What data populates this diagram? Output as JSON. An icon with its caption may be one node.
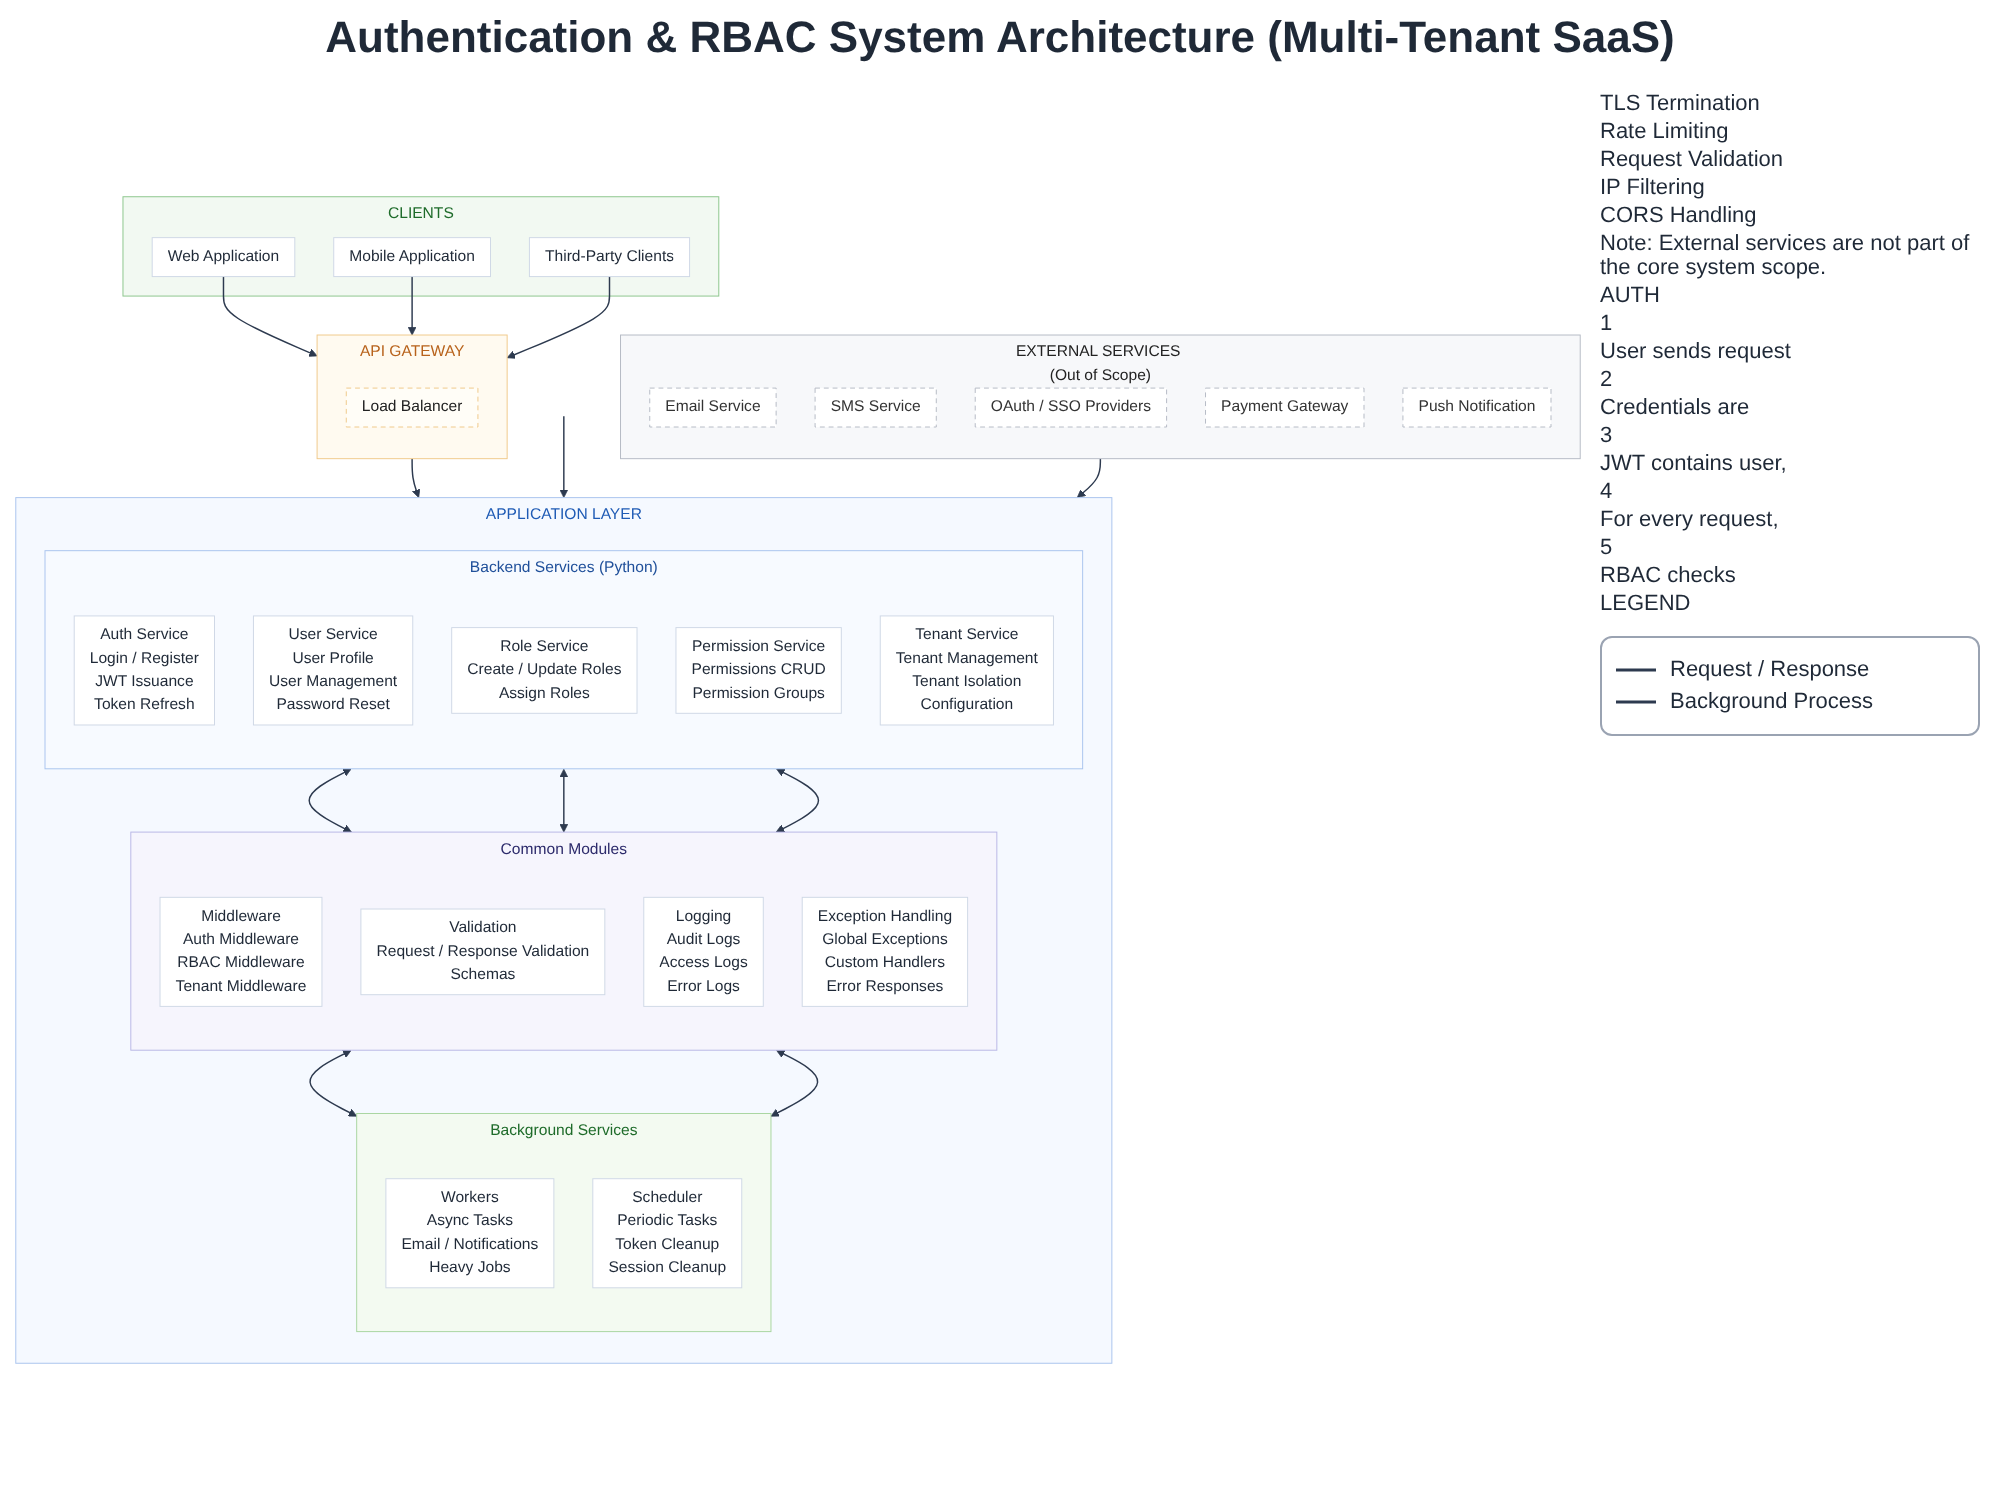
{
  "diagram": {
    "title": "Authentication & RBAC System Architecture (Multi-Tenant SaaS)",
    "nodes": [
      {
        "text": [
          "CLIENTS"
        ]
      },
      {
        "text": [
          "Web Application"
        ],
        "in": 0
      },
      {
        "text": [
          "Mobile Application"
        ],
        "in": 0
      },
      {
        "text": [
          "Third-Party Clients"
        ],
        "in": 0
      },
      {
        "text": [
          "API GATEWAY"
        ]
      },
      {
        "text": [
          "Load Balancer"
        ],
        "in": 4
      },
      {
        "text": [
          "APPLICATION LAYER"
        ]
      },
      {
        "text": [
          "Backend Services (Python)"
        ],
        "in": 6
      },
      {
        "text": [
          "Auth Service",
          "Login / Register",
          "JWT Issuance",
          "Token Refresh"
        ],
        "in": 7
      },
      {
        "text": [
          "User Service",
          "User Profile",
          "User Management",
          "Password Reset"
        ],
        "in": 7
      },
      {
        "text": [
          "Role Service",
          "Create / Update Roles",
          "Assign Roles"
        ],
        "in": 7
      },
      {
        "text": [
          "Permission Service",
          "Permissions CRUD",
          "Permission Groups"
        ],
        "in": 7
      },
      {
        "text": [
          "Tenant Service",
          "Tenant Management",
          "Tenant Isolation",
          "Configuration"
        ],
        "in": 7
      },
      {
        "text": [
          "Common Modules"
        ],
        "in": 6
      },
      {
        "text": [
          "Middleware",
          "Auth Middleware",
          "RBAC Middleware",
          "Tenant Middleware"
        ],
        "in": 13
      },
      {
        "text": [
          "Validation",
          "Request / Response Validation",
          "Schemas"
        ],
        "in": 13
      },
      {
        "text": [
          "Logging",
          "Audit Logs",
          "Access Logs",
          "Error Logs"
        ],
        "in": 13
      },
      {
        "text": [
          "Exception Handling",
          "Global Exceptions",
          "Custom Handlers",
          "Error Responses"
        ],
        "in": 13
      },
      {
        "text": [
          "Background Services"
        ],
        "in": 6
      },
      {
        "text": [
          "Workers",
          "Async Tasks",
          "Email / Notifications",
          "Heavy Jobs"
        ],
        "in": 18
      },
      {
        "text": [
          "Scheduler",
          "Periodic Tasks",
          "Token Cleanup",
          "Session Cleanup"
        ],
        "in": 18
      },
      {
        "text": [
          "EXTERNAL SERVICES (Out of Scope)"
        ]
      },
      {
        "text": [
          "Email Service"
        ],
        "in": 21
      },
      {
        "text": [
          "SMS Service"
        ],
        "in": 21
      },
      {
        "text": [
          "OAuth / SSO Providers"
        ],
        "in": 21
      },
      {
        "text": [
          "Payment Gateway"
        ],
        "in": 21
      },
      {
        "text": [
          "Push Notification"
        ],
        "in": 21
      }
    ],
    "edges": [
      {
        "from": 1,
        "to": 4,
        "arrow": "to"
      },
      {
        "from": 2,
        "to": 4,
        "arrow": "to"
      },
      {
        "from": 3,
        "to": 4,
        "arrow": "to"
      },
      {
        "from": 4,
        "to": 6,
        "arrow": "to"
      },
      {
        "from": null,
        "to": 6,
        "arrow": "to"
      },
      {
        "from": 7,
        "to": 13,
        "arrow": "both"
      },
      {
        "from": 7,
        "to": 13,
        "arrow": "both"
      },
      {
        "from": 7,
        "to": 13,
        "arrow": "both"
      },
      {
        "from": 13,
        "to": 18,
        "arrow": "both"
      },
      {
        "from": 13,
        "to": 18,
        "arrow": "both"
      },
      {
        "from": 21,
        "to": 6,
        "arrow": "to"
      }
    ],
    "labels": [
      "TLS Termination",
      "Rate Limiting",
      "Request Validation",
      "IP Filtering",
      "CORS Handling",
      "Note: External services are not part of the core system scope.",
      "AUTH",
      "1",
      "User sends request",
      "2",
      "Credentials are",
      "3",
      "JWT contains user,",
      "4",
      "For every request,",
      "5",
      "RBAC checks",
      "LEGEND"
    ],
    "legend": [
      {
        "text": "Request / Response"
      },
      {
        "text": "Background Process"
      }
    ]
  }
}
